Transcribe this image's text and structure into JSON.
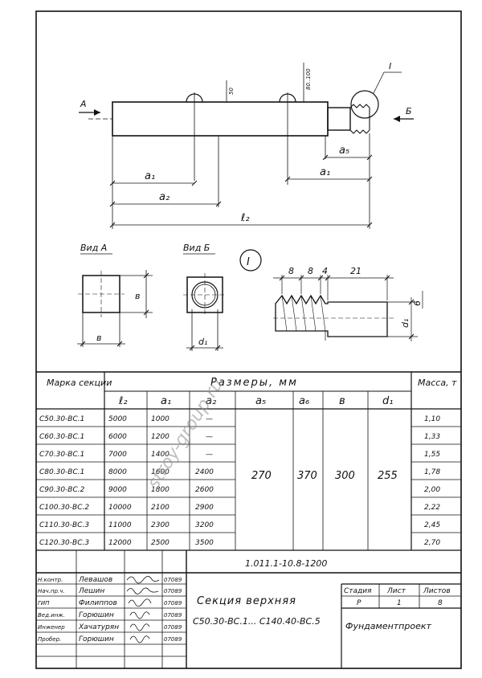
{
  "drawing": {
    "views": {
      "arrow_a": "А",
      "arrow_b": "Б",
      "node_label": "I",
      "node_circle_label": "I",
      "view_a": "Вид А",
      "view_b": "Вид Б",
      "dim_a1": "a₁",
      "dim_a1_right": "a₁",
      "dim_a2": "a₂",
      "dim_a5": "a₅",
      "dim_l2": "ℓ₂",
      "dim_50": "50",
      "dim_80_100": "80..100",
      "dim_b_side": "в",
      "dim_b_bottom": "в",
      "dim_d1": "d₁",
      "dim_8a": "8",
      "dim_8b": "8",
      "dim_4": "4",
      "dim_21": "21",
      "dim_d1_detail": "d₁",
      "dim_6": "6"
    },
    "watermark": "stroy-group.ru"
  },
  "table": {
    "header_mark": "Марка секции",
    "header_dims": "Размеры, мм",
    "header_mass": "Масса, т",
    "subheaders": [
      "ℓ₂",
      "a₁",
      "a₂",
      "a₅",
      "a₆",
      "в",
      "d₁"
    ],
    "rows": [
      {
        "mark": "С50.30-ВС.1",
        "l2": "5000",
        "a1": "1000",
        "a2": "—",
        "mass": "1,10"
      },
      {
        "mark": "С60.30-ВС.1",
        "l2": "6000",
        "a1": "1200",
        "a2": "—",
        "mass": "1,33"
      },
      {
        "mark": "С70.30-ВС.1",
        "l2": "7000",
        "a1": "1400",
        "a2": "—",
        "mass": "1,55"
      },
      {
        "mark": "С80.30-ВС.1",
        "l2": "8000",
        "a1": "1600",
        "a2": "2400",
        "mass": "1,78"
      },
      {
        "mark": "С90.30-ВС.2",
        "l2": "9000",
        "a1": "1800",
        "a2": "2600",
        "mass": "2,00"
      },
      {
        "mark": "С100.30-ВС.2",
        "l2": "10000",
        "a1": "2100",
        "a2": "2900",
        "mass": "2,22"
      },
      {
        "mark": "С110.30-ВС.3",
        "l2": "11000",
        "a1": "2300",
        "a2": "3200",
        "mass": "2,45"
      },
      {
        "mark": "С120.30-ВС.3",
        "l2": "12000",
        "a1": "2500",
        "a2": "3500",
        "mass": "2,70"
      }
    ],
    "merged": {
      "a5": "270",
      "a6": "370",
      "b": "300",
      "d1": "255"
    }
  },
  "title_block": {
    "doc_code": "1.011.1-10.8-1200",
    "signers": [
      {
        "role": "Н.контр.",
        "name": "Левашов",
        "date": "07089"
      },
      {
        "role": "Нач.пр.ч.",
        "name": "Лешин",
        "date": "07089"
      },
      {
        "role": "ГИП",
        "name": "Филиппов",
        "date": "07089"
      },
      {
        "role": "Вед.инж.",
        "name": "Горюшин",
        "date": "07089"
      },
      {
        "role": "Инженер",
        "name": "Хачатурян",
        "date": "07089"
      },
      {
        "role": "Пробер.",
        "name": "Горюшин",
        "date": "07089"
      }
    ],
    "title_line1": "Секция верхняя",
    "title_line2": "С50.30-ВС.1... С140.40-ВС.5",
    "stage_label": "Стадия",
    "sheet_label": "Лист",
    "sheets_label": "Листов",
    "stage_value": "Р",
    "sheet_value": "1",
    "sheets_value": "8",
    "organization": "Фундаментпроект"
  }
}
